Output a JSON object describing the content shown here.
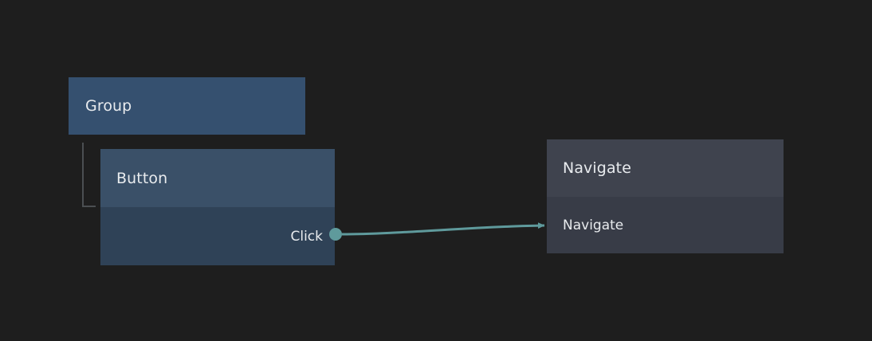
{
  "canvas": {
    "background_color": "#1e1e1e",
    "accent_color": "#5f9a9c"
  },
  "nodes": {
    "group": {
      "title": "Group",
      "header_color": "#35506f"
    },
    "button": {
      "title": "Button",
      "header_color": "#3a5068",
      "body_color": "#2f4257",
      "output_port_label": "Click"
    },
    "navigate": {
      "title": "Navigate",
      "header_color": "#3f434e",
      "body_color": "#383c47",
      "input_port_label": "Navigate"
    }
  },
  "edges": [
    {
      "from_node": "button",
      "from_port": "Click",
      "to_node": "navigate",
      "to_port": "Navigate",
      "color": "#5f9a9c"
    }
  ]
}
